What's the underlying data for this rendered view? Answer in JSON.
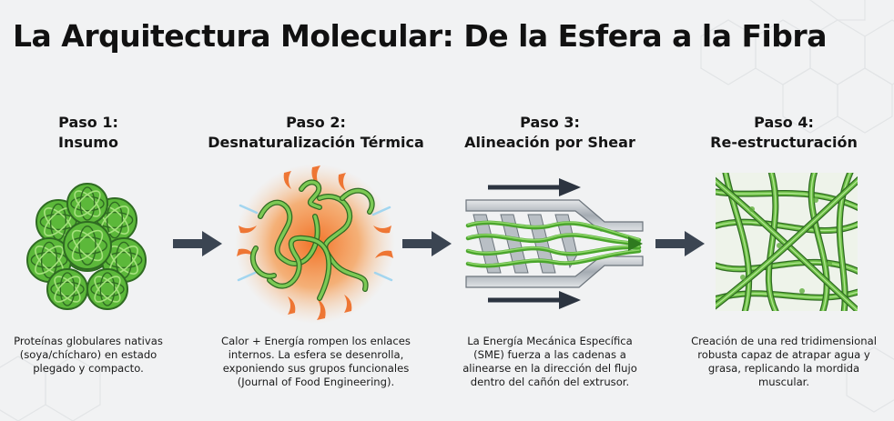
{
  "title": "La Arquitectura Molecular: De la Esfera a la Fibra",
  "colors": {
    "background": "#f1f2f3",
    "protein_green": "#5cb83a",
    "protein_dark": "#2f6b22",
    "heat_orange": "#f07a2a",
    "arrow_slate": "#3b4552",
    "steel": "#9aa1a8"
  },
  "steps": [
    {
      "label": "Paso 1:",
      "name": "Insumo",
      "description": [
        "Proteínas globulares nativas",
        "(soya/chícharo) en estado",
        "plegado y compacto."
      ],
      "icon": "globular-protein-cluster-icon"
    },
    {
      "label": "Paso 2:",
      "name": "Desnaturalización Térmica",
      "description": [
        "Calor + Energía rompen los enlaces",
        "internos. La esfera se desenrolla,",
        "exponiendo sus grupos funcionales",
        "(Journal of Food Engineering)."
      ],
      "icon": "heat-denaturation-icon"
    },
    {
      "label": "Paso 3:",
      "name": "Alineación por Shear",
      "description": [
        "La Energía Mecánica Específica",
        "(SME) fuerza a las cadenas a",
        "alinearse en la dirección del flujo",
        "dentro del cañón del extrusor."
      ],
      "icon": "extruder-shear-alignment-icon"
    },
    {
      "label": "Paso 4:",
      "name": "Re-estructuración",
      "description": [
        "Creación de una red tridimensional",
        "robusta capaz de atrapar agua y",
        "grasa, replicando la mordida",
        "muscular."
      ],
      "icon": "fibrous-network-icon"
    }
  ]
}
